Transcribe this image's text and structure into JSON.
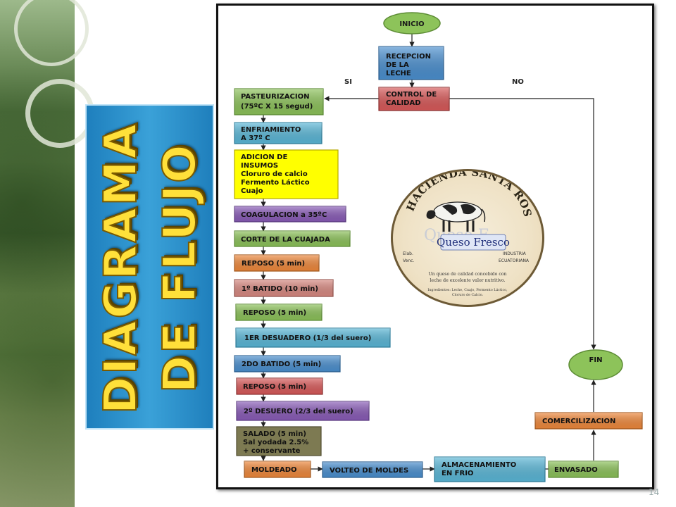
{
  "title": {
    "line1": "DIAGRAMA",
    "line2": "DE FLUJO"
  },
  "decision_labels": {
    "yes": "SI",
    "no": "NO"
  },
  "nodes": {
    "inicio": "INICIO",
    "recepcion": [
      "RECEPCION",
      "DE LA",
      "LECHE"
    ],
    "control": [
      "CONTROL DE",
      "CALIDAD"
    ],
    "pasteurizacion": [
      "PASTEURIZACION",
      "(75ºC X 15 segud)"
    ],
    "enfriamiento": [
      "ENFRIAMIENTO",
      "A 37º C"
    ],
    "adicion": [
      "ADICION DE",
      "INSUMOS",
      "Cloruro de calcio",
      "Fermento Láctico",
      "Cuajo"
    ],
    "coagulacion": "COAGULACION a 35ºC",
    "corte": "CORTE DE LA CUAJADA",
    "reposo1": "REPOSO (5 min)",
    "batido1": "1º BATIDO (10 min)",
    "reposo2": "REPOSO (5 min)",
    "desuerado1": "1ER DESUADERO (1/3 del suero)",
    "batido2": "2DO BATIDO (5 min)",
    "reposo3": "REPOSO (5 min)",
    "desuerado2": "2º DESUERO (2/3  del suero)",
    "salado": [
      "SALADO (5 min)",
      "Sal yodada 2.5%",
      "+ conservante"
    ],
    "moldeado": "MOLDEADO",
    "volteo": "VOLTEO DE MOLDES",
    "almacenamiento": [
      "ALMACENAMIENTO",
      "EN FRIO"
    ],
    "envasado": "ENVASADO",
    "comercializacion": "COMERCILIZACION",
    "fin": "FIN"
  },
  "colors": {
    "green": "#8dc35a",
    "blue": "#4b90d0",
    "red": "#d95a5a",
    "cyan": "#5bb8d8",
    "yellow": "#ffff00",
    "purple": "#8a5cb8",
    "orange": "#f0893c",
    "pink": "#d98a82",
    "olive": "#7d7a52",
    "oval": "#8dc35a"
  },
  "seal": {
    "arc_text": "HACIENDA SANTA ROSA",
    "product": "Queso Fresco",
    "watermark": "Queso F",
    "left_labels": [
      "Elab.",
      "Venc."
    ],
    "right_labels": [
      "INDUSTRIA",
      "ECUATORIANA"
    ],
    "description": [
      "Un queso de calidad concebido con",
      "leche de excelente valor nutritivo."
    ],
    "ingredients": [
      "Ingredientes: Leche, Cuajo, Fermento Láctico,",
      "Cloruro de Calcio."
    ]
  },
  "page_number": "14"
}
